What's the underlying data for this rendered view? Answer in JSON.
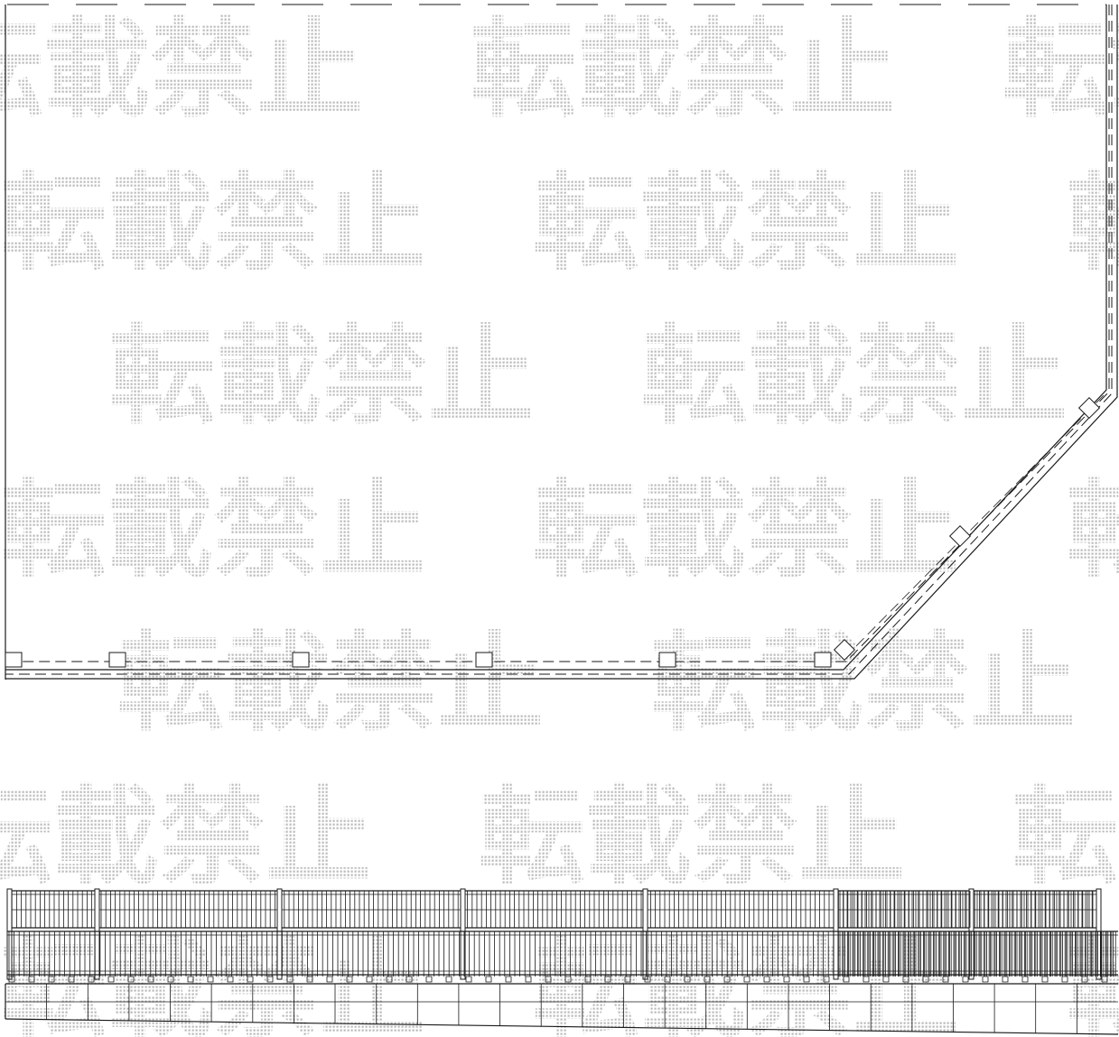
{
  "drawing": {
    "watermark": {
      "text": "転載禁止",
      "color": "#b5b5b5"
    },
    "plan_view": {
      "straight_posts": 6,
      "diagonal_posts": 3,
      "line_color": "#1a1a1a"
    },
    "elevation_view": {
      "fence_panels": 6,
      "base_blocks": 27,
      "line_color": "#1a1a1a"
    }
  }
}
